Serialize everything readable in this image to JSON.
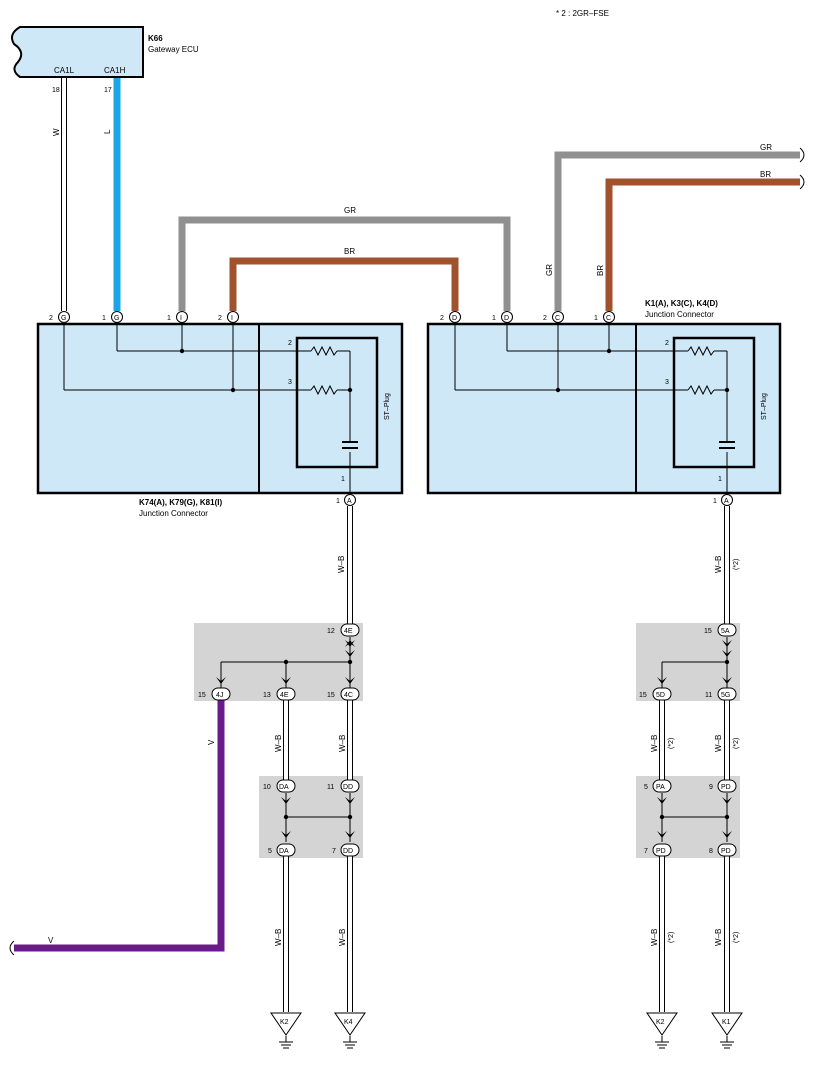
{
  "note": "* 2 : 2GR–FSE",
  "ecu": {
    "code": "K66",
    "name": "Gateway ECU",
    "pins": [
      {
        "label": "CA1L",
        "number": "18",
        "wire": "W"
      },
      {
        "label": "CA1H",
        "number": "17",
        "wire": "L"
      }
    ]
  },
  "left_junction": {
    "codes": "K74(A), K79(G), K81(I)",
    "name": "Junction Connector",
    "plug": "ST–Plug",
    "top_pins": [
      {
        "num": "2",
        "letter": "G"
      },
      {
        "num": "1",
        "letter": "G"
      },
      {
        "num": "1",
        "letter": "I"
      },
      {
        "num": "2",
        "letter": "I"
      }
    ],
    "resistor_pins": [
      "2",
      "3"
    ],
    "bottom_pin_num": "1",
    "bottom_pin_letter": "A",
    "bottom_pin_outer": "1"
  },
  "right_junction": {
    "codes": "K1(A), K3(C), K4(D)",
    "name": "Junction Connector",
    "plug": "ST–Plug",
    "top_pins": [
      {
        "num": "2",
        "letter": "D"
      },
      {
        "num": "1",
        "letter": "D"
      },
      {
        "num": "2",
        "letter": "C"
      },
      {
        "num": "1",
        "letter": "C"
      }
    ],
    "resistor_pins": [
      "2",
      "3"
    ],
    "bottom_pin_num": "1",
    "bottom_pin_letter": "A",
    "bottom_pin_outer": "1"
  },
  "wires": {
    "gr": "GR",
    "br": "BR",
    "wb": "W–B",
    "v": "V",
    "star2": "(*2)"
  },
  "left_splices": {
    "upper_in": {
      "num": "12",
      "code": "4E"
    },
    "upper_out": [
      {
        "num": "15",
        "code": "4J"
      },
      {
        "num": "13",
        "code": "4E"
      },
      {
        "num": "15",
        "code": "4C"
      }
    ],
    "lower_in": [
      {
        "num": "10",
        "code": "DA"
      },
      {
        "num": "11",
        "code": "DD"
      }
    ],
    "lower_out": [
      {
        "num": "5",
        "code": "DA"
      },
      {
        "num": "7",
        "code": "DD"
      }
    ]
  },
  "right_splices": {
    "upper_in": {
      "num": "15",
      "code": "5A"
    },
    "upper_out": [
      {
        "num": "15",
        "code": "5D"
      },
      {
        "num": "11",
        "code": "5G"
      }
    ],
    "lower_in": [
      {
        "num": "5",
        "code": "PA"
      },
      {
        "num": "9",
        "code": "PD"
      }
    ],
    "lower_out": [
      {
        "num": "7",
        "code": "PD"
      },
      {
        "num": "8",
        "code": "PD"
      }
    ]
  },
  "grounds": [
    "K2",
    "K4",
    "K2",
    "K1"
  ],
  "colors": {
    "box_fill": "#cfe8f8",
    "splice_fill": "#d4d4d4",
    "wire_l": "#1aa7e6",
    "wire_gr": "#909090",
    "wire_br": "#a0522d",
    "wire_v": "#6b1a8c"
  }
}
